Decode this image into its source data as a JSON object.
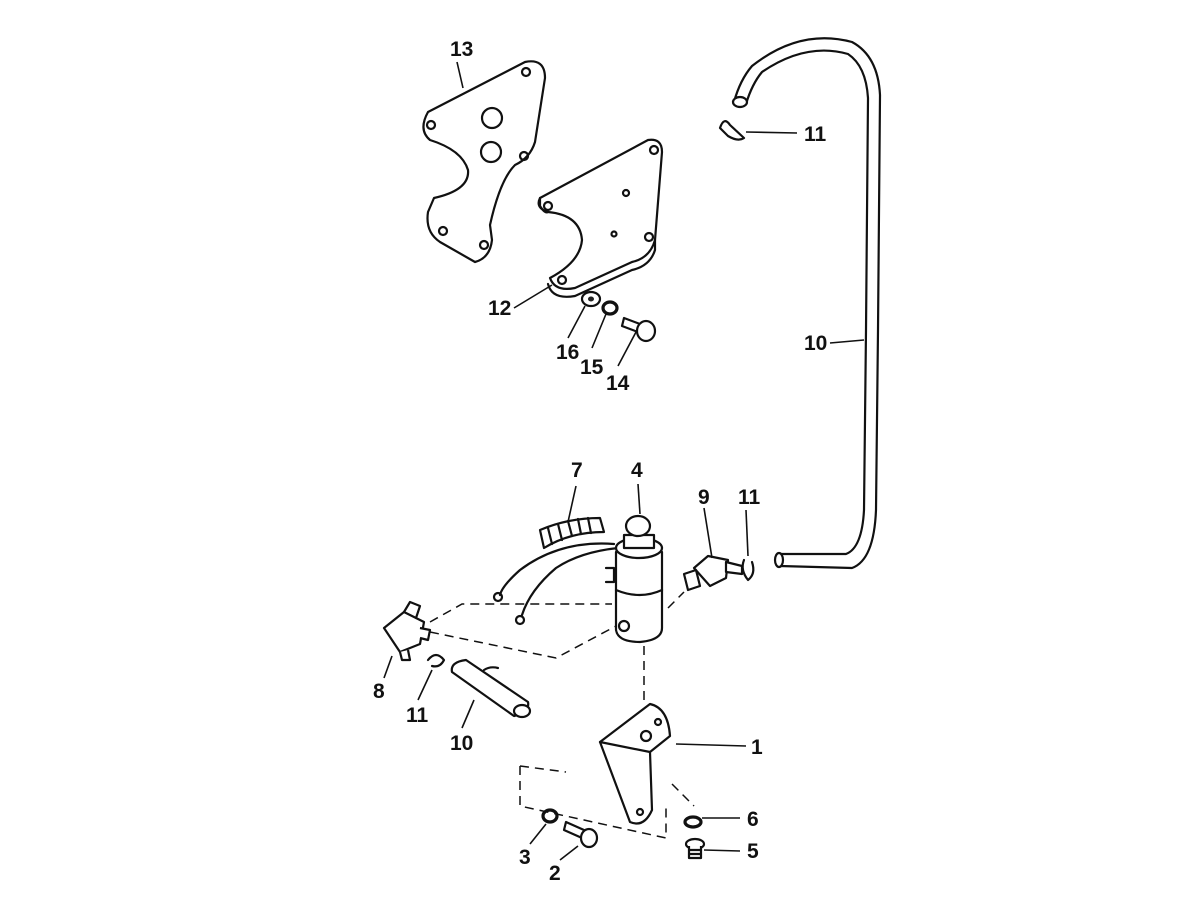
{
  "callouts": {
    "c1": "1",
    "c2": "2",
    "c3": "3",
    "c4": "4",
    "c5": "5",
    "c6": "6",
    "c7": "7",
    "c8": "8",
    "c9": "9",
    "c10_top": "10",
    "c10_bottom": "10",
    "c11_top": "11",
    "c11_mid": "11",
    "c11_bottom": "11",
    "c12": "12",
    "c13": "13",
    "c14": "14",
    "c15": "15",
    "c16": "16"
  }
}
